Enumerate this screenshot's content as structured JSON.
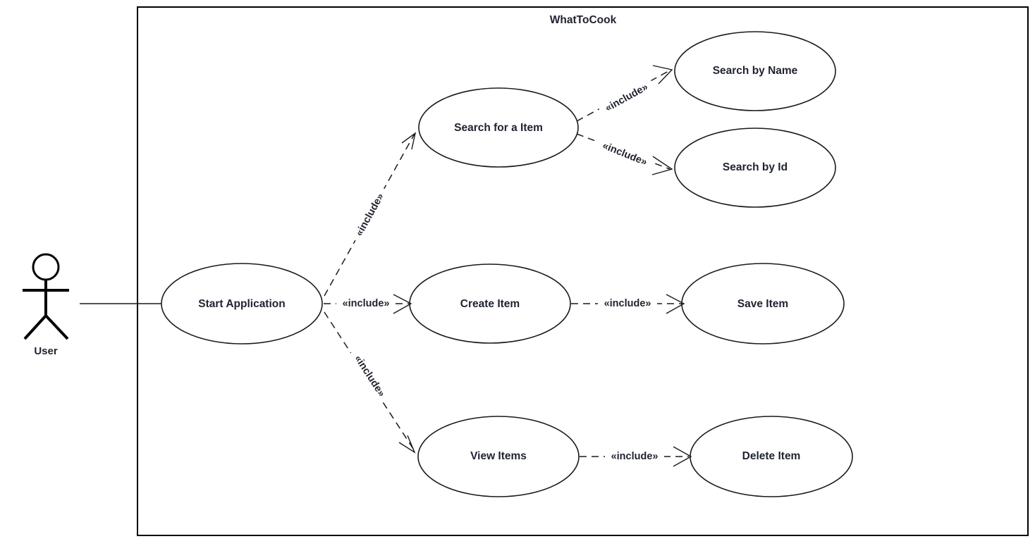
{
  "diagram": {
    "type": "uml-use-case-diagram",
    "system_boundary_title": "WhatToCook",
    "actors": [
      {
        "id": "user",
        "label": "User"
      }
    ],
    "use_cases": [
      {
        "id": "start-application",
        "label": "Start Application"
      },
      {
        "id": "search-for-a-item",
        "label": "Search for a Item"
      },
      {
        "id": "search-by-name",
        "label": "Search by Name"
      },
      {
        "id": "search-by-id",
        "label": "Search by Id"
      },
      {
        "id": "create-item",
        "label": "Create Item"
      },
      {
        "id": "save-item",
        "label": "Save Item"
      },
      {
        "id": "view-items",
        "label": "View Items"
      },
      {
        "id": "delete-item",
        "label": "Delete Item"
      }
    ],
    "relationships": [
      {
        "id": "user-start",
        "from": "user",
        "to": "start-application",
        "kind": "association",
        "label": ""
      },
      {
        "id": "start-search",
        "from": "start-application",
        "to": "search-for-a-item",
        "kind": "include",
        "label": "«include»"
      },
      {
        "id": "start-create",
        "from": "start-application",
        "to": "create-item",
        "kind": "include",
        "label": "«include»"
      },
      {
        "id": "start-view",
        "from": "start-application",
        "to": "view-items",
        "kind": "include",
        "label": "«include»"
      },
      {
        "id": "search-name",
        "from": "search-for-a-item",
        "to": "search-by-name",
        "kind": "include",
        "label": "«include»"
      },
      {
        "id": "search-id",
        "from": "search-for-a-item",
        "to": "search-by-id",
        "kind": "include",
        "label": "«include»"
      },
      {
        "id": "create-save",
        "from": "create-item",
        "to": "save-item",
        "kind": "include",
        "label": "«include»"
      },
      {
        "id": "view-delete",
        "from": "view-items",
        "to": "delete-item",
        "kind": "include",
        "label": "«include»"
      }
    ],
    "colors": {
      "background": "#ffffff",
      "stroke": "#1a1a1a",
      "text": "#1f2330",
      "boundary_stroke": "#000000"
    }
  }
}
